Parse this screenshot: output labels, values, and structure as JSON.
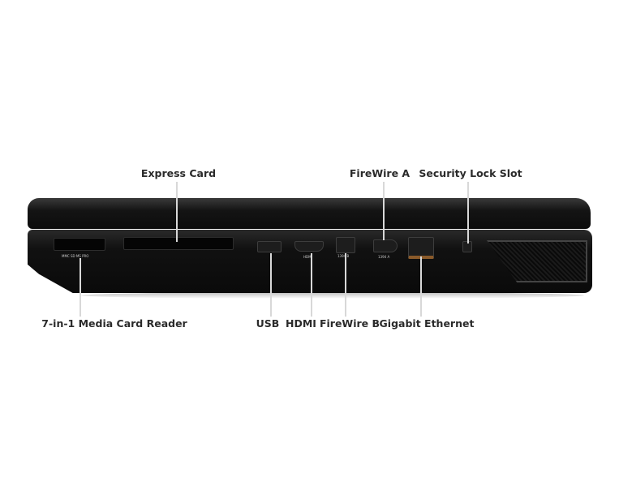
{
  "labels": {
    "express_card": "Express Card",
    "firewire_a": "FireWire A",
    "security_lock": "Security Lock Slot",
    "card_reader": "7-in-1 Media Card Reader",
    "usb": "USB",
    "hdmi": "HDMI",
    "firewire_b": "FireWire B",
    "ethernet": "Gigabit Ethernet"
  },
  "port_markings": {
    "card_reader": "MMC SD MS PRO",
    "hdmi": "HDMI",
    "firewire_b": "1394 B",
    "firewire_a": "1394 A"
  }
}
